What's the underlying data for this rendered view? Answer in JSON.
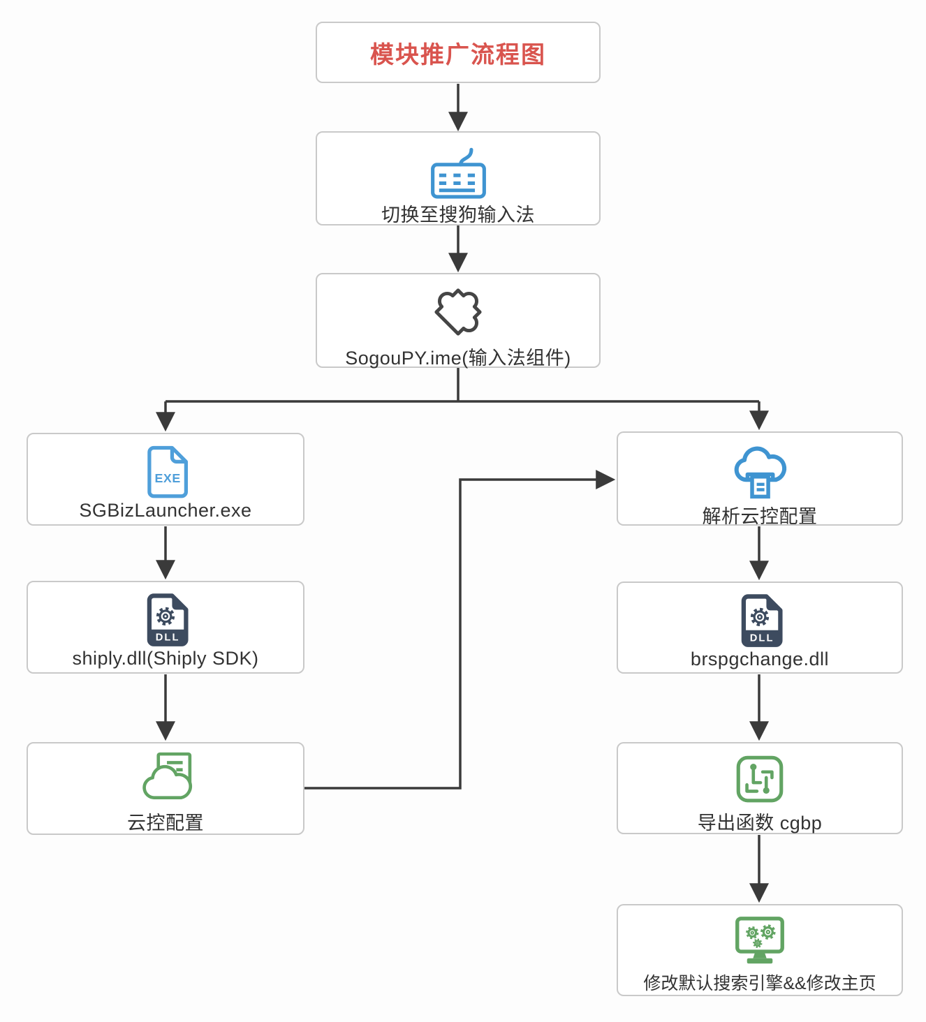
{
  "diagram": {
    "type": "flowchart",
    "title": "模块推广流程图"
  },
  "nodes": [
    {
      "id": "title",
      "label": "模块推广流程图",
      "icon": "none"
    },
    {
      "id": "switch-ime",
      "label": "切换至搜狗输入法",
      "icon": "keyboard-icon"
    },
    {
      "id": "sogoupy-ime",
      "label": "SogouPY.ime(输入法组件)",
      "icon": "puzzle-icon"
    },
    {
      "id": "launcher",
      "label": "SGBizLauncher.exe",
      "icon": "exe-file-icon"
    },
    {
      "id": "shiply",
      "label": "shiply.dll(Shiply SDK)",
      "icon": "dll-file-icon"
    },
    {
      "id": "cloud-config",
      "label": "云控配置",
      "icon": "cloud-document-icon"
    },
    {
      "id": "parse-cloud",
      "label": "解析云控配置",
      "icon": "cloud-parse-icon"
    },
    {
      "id": "brspgchange",
      "label": "brspgchange.dll",
      "icon": "dll-file-icon"
    },
    {
      "id": "export-func",
      "label": "导出函数 cgbp",
      "icon": "function-export-icon"
    },
    {
      "id": "modify-home",
      "label": "修改默认搜索引擎&&修改主页",
      "icon": "monitor-gears-icon"
    }
  ],
  "icon_texts": {
    "exe": "EXE",
    "dll": "DLL"
  },
  "edges": [
    [
      "title",
      "switch-ime"
    ],
    [
      "switch-ime",
      "sogoupy-ime"
    ],
    [
      "sogoupy-ime",
      "launcher"
    ],
    [
      "sogoupy-ime",
      "parse-cloud"
    ],
    [
      "launcher",
      "shiply"
    ],
    [
      "shiply",
      "cloud-config"
    ],
    [
      "cloud-config",
      "parse-cloud"
    ],
    [
      "parse-cloud",
      "brspgchange"
    ],
    [
      "brspgchange",
      "export-func"
    ],
    [
      "export-func",
      "modify-home"
    ]
  ],
  "colors": {
    "title_red": "#d9544e",
    "icon_blue": "#3f94d1",
    "icon_blue_light": "#4f9fda",
    "icon_navy": "#3d4b5f",
    "icon_green": "#62a463",
    "icon_dark_gray": "#454545",
    "arrow": "#3a3a3a",
    "box_border": "#c9c9c9",
    "label_text": "#323232"
  }
}
